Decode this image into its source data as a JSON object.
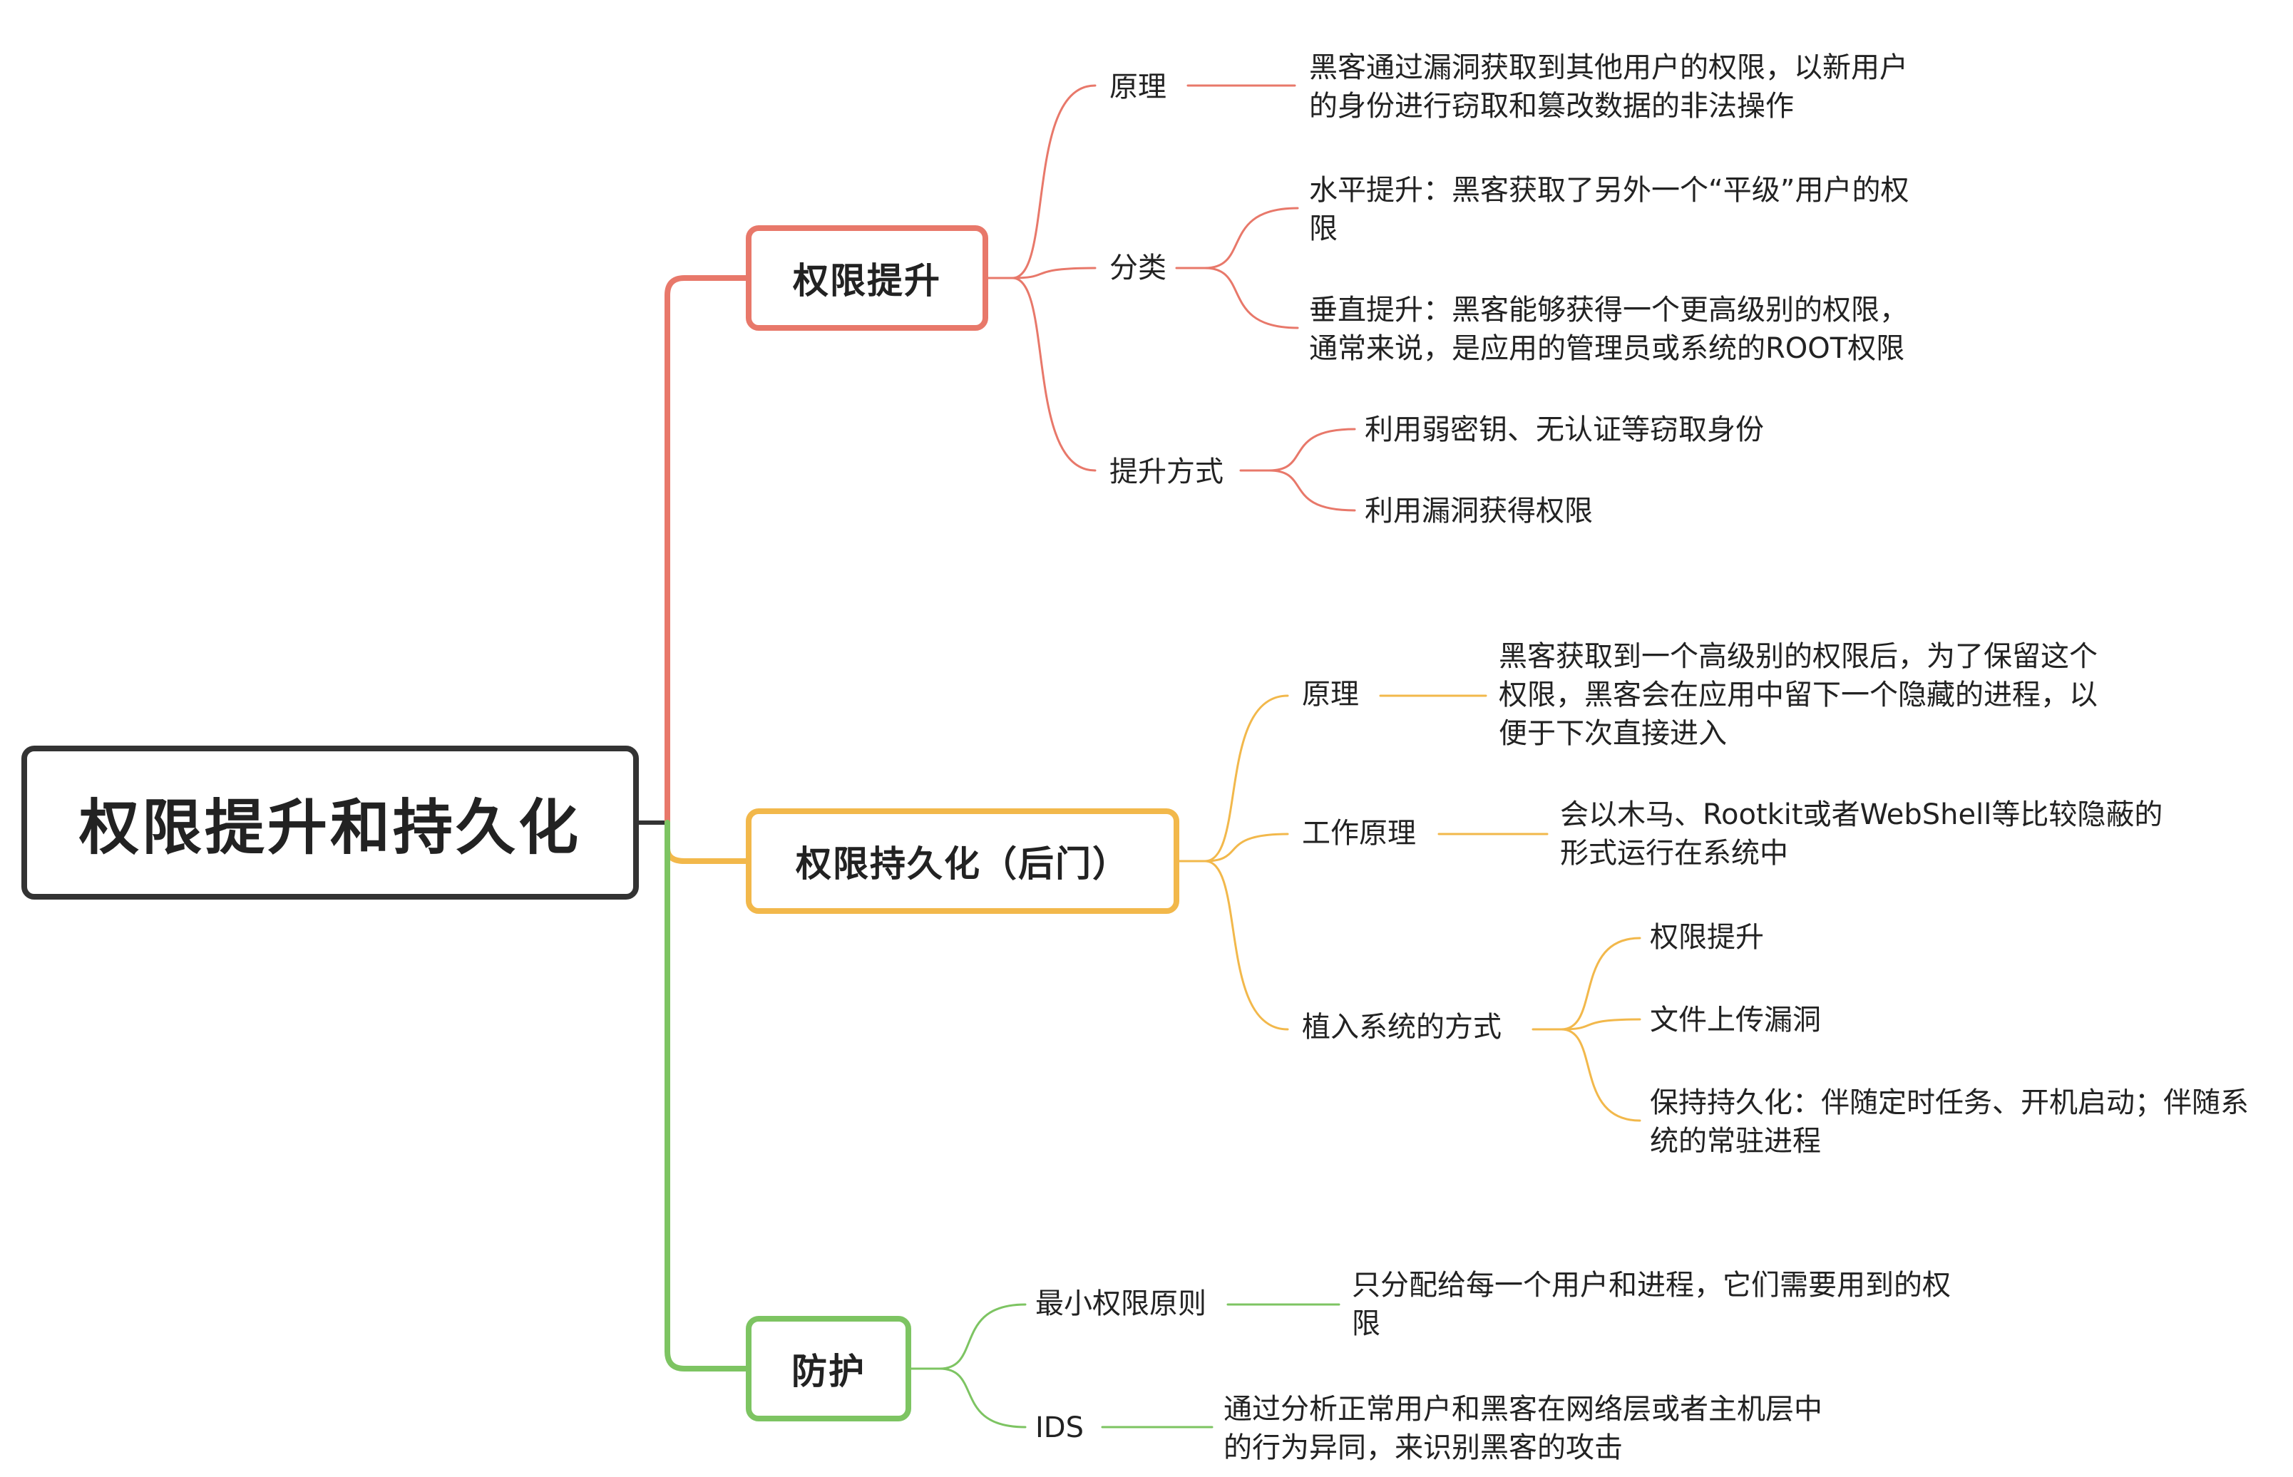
{
  "root": {
    "label": "权限提升和持久化"
  },
  "colors": {
    "red": "#e8786a",
    "yellow": "#f2b84b",
    "green": "#7dc462",
    "root": "#333333"
  },
  "branches": [
    {
      "label": "权限提升",
      "color": "#e8786a",
      "items": [
        {
          "label": "原理",
          "children": [
            {
              "lines": [
                "黑客通过漏洞获取到其他用户的权限，以新用户",
                "的身份进行窃取和篡改数据的非法操作"
              ]
            }
          ]
        },
        {
          "label": "分类",
          "children": [
            {
              "lines": [
                "水平提升：黑客获取了另外一个“平级”用户的权",
                "限"
              ]
            },
            {
              "lines": [
                "垂直提升：黑客能够获得一个更高级别的权限，",
                "通常来说，是应用的管理员或系统的ROOT权限"
              ]
            }
          ]
        },
        {
          "label": "提升方式",
          "children": [
            {
              "lines": [
                "利用弱密钥、无认证等窃取身份"
              ]
            },
            {
              "lines": [
                "利用漏洞获得权限"
              ]
            }
          ]
        }
      ]
    },
    {
      "label": "权限持久化（后门）",
      "color": "#f2b84b",
      "items": [
        {
          "label": "原理",
          "children": [
            {
              "lines": [
                "黑客获取到一个高级别的权限后，为了保留这个",
                "权限，黑客会在应用中留下一个隐藏的进程，以",
                "便于下次直接进入"
              ]
            }
          ]
        },
        {
          "label": "工作原理",
          "children": [
            {
              "lines": [
                "会以木马、Rootkit或者WebShell等比较隐蔽的",
                "形式运行在系统中"
              ]
            }
          ]
        },
        {
          "label": "植入系统的方式",
          "children": [
            {
              "lines": [
                "权限提升"
              ]
            },
            {
              "lines": [
                "文件上传漏洞"
              ]
            },
            {
              "lines": [
                "保持持久化：伴随定时任务、开机启动；伴随系",
                "统的常驻进程"
              ]
            }
          ]
        }
      ]
    },
    {
      "label": "防护",
      "color": "#7dc462",
      "items": [
        {
          "label": "最小权限原则",
          "children": [
            {
              "lines": [
                "只分配给每一个用户和进程，它们需要用到的权",
                "限"
              ]
            }
          ]
        },
        {
          "label": "IDS",
          "children": [
            {
              "lines": [
                "通过分析正常用户和黑客在网络层或者主机层中",
                "的行为异同，来识别黑客的攻击"
              ]
            }
          ]
        }
      ]
    }
  ]
}
